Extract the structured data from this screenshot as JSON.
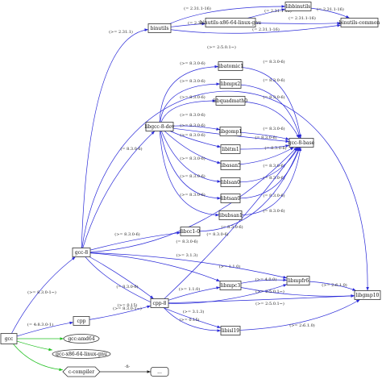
{
  "colors": {
    "depends": "#2a2ad8",
    "recommends": "#22c022",
    "suggests": "#222222",
    "node_stroke": "#333333"
  },
  "nodes": [
    {
      "id": "gcc",
      "label": "gcc",
      "shape": "box",
      "root": true
    },
    {
      "id": "cpp",
      "label": "cpp",
      "shape": "box"
    },
    {
      "id": "gcc8",
      "label": "gcc-8",
      "shape": "box"
    },
    {
      "id": "gccamd64",
      "label": "gcc:amd64",
      "shape": "ellipse"
    },
    {
      "id": "gccx86",
      "label": "gcc-x86-64-linux-gnu",
      "shape": "ellipse"
    },
    {
      "id": "ccompiler",
      "label": "c-compiler",
      "shape": "octagon"
    },
    {
      "id": "dots",
      "label": "...",
      "shape": "box-rounded"
    },
    {
      "id": "binutils",
      "label": "binutils",
      "shape": "box"
    },
    {
      "id": "binutilsx86",
      "label": "binutils-x86-64-linux-gnu",
      "shape": "box"
    },
    {
      "id": "libbinutils",
      "label": "libbinutils",
      "shape": "box"
    },
    {
      "id": "binutilscommon",
      "label": "binutils-common",
      "shape": "box"
    },
    {
      "id": "libgccdev",
      "label": "libgcc-8-dev",
      "shape": "box"
    },
    {
      "id": "libatomic",
      "label": "libatomic1",
      "shape": "box"
    },
    {
      "id": "libmpx",
      "label": "libmpx2",
      "shape": "box"
    },
    {
      "id": "libquadmath",
      "label": "libquadmath0",
      "shape": "box"
    },
    {
      "id": "libgomp",
      "label": "libgomp1",
      "shape": "box"
    },
    {
      "id": "libitm",
      "label": "libitm1",
      "shape": "box"
    },
    {
      "id": "libasan",
      "label": "libasan5",
      "shape": "box"
    },
    {
      "id": "liblsan",
      "label": "liblsan0",
      "shape": "box"
    },
    {
      "id": "libtsan",
      "label": "libtsan0",
      "shape": "box"
    },
    {
      "id": "libubsan",
      "label": "libubsan1",
      "shape": "box"
    },
    {
      "id": "gcc8base",
      "label": "gcc-8-base",
      "shape": "box"
    },
    {
      "id": "libcc1",
      "label": "libcc1-0",
      "shape": "box"
    },
    {
      "id": "cpp8",
      "label": "cpp-8",
      "shape": "box"
    },
    {
      "id": "libmpc",
      "label": "libmpc3",
      "shape": "box"
    },
    {
      "id": "libmpfr",
      "label": "libmpfr6",
      "shape": "box"
    },
    {
      "id": "libgmp",
      "label": "libgmp10",
      "shape": "box"
    },
    {
      "id": "libisl",
      "label": "libisl19",
      "shape": "box"
    }
  ],
  "edges": [
    {
      "from": "gcc",
      "to": "cpp",
      "label": "(= 4:8.3.0-1)",
      "kind": "depends"
    },
    {
      "from": "gcc",
      "to": "gcc8",
      "label": "(>= 8.3.0-1~)",
      "kind": "depends"
    },
    {
      "from": "gcc",
      "to": "gccamd64",
      "label": "",
      "kind": "recommends"
    },
    {
      "from": "gcc",
      "to": "gccx86",
      "label": "",
      "kind": "recommends"
    },
    {
      "from": "gcc",
      "to": "ccompiler",
      "label": "",
      "kind": "recommends"
    },
    {
      "from": "ccompiler",
      "to": "dots",
      "label": "-fi-",
      "kind": "suggests"
    },
    {
      "from": "gcc8",
      "to": "binutils",
      "label": "(>= 2.31.1)",
      "kind": "depends"
    },
    {
      "from": "binutils",
      "to": "libbinutils",
      "label": "(= 2.31.1-16)",
      "kind": "depends"
    },
    {
      "from": "binutils",
      "to": "binutilsx86",
      "label": "(= 2.31.1-16)",
      "kind": "depends"
    },
    {
      "from": "binutils",
      "to": "binutilscommon",
      "label": "(= 2.31.1-16)",
      "kind": "depends"
    },
    {
      "from": "libbinutils",
      "to": "binutilscommon",
      "label": "(= 2.31.1-16)",
      "kind": "depends"
    },
    {
      "from": "binutilsx86",
      "to": "libbinutils",
      "label": "(= 2.31.1-16)",
      "kind": "depends"
    },
    {
      "from": "binutilsx86",
      "to": "binutilscommon",
      "label": "(= 2.31.1-16)",
      "kind": "depends"
    },
    {
      "from": "gcc8",
      "to": "libgmp",
      "label": "(>= 2:5.0.1~)",
      "kind": "depends"
    },
    {
      "from": "gcc8",
      "to": "libgccdev",
      "label": "(= 8.3.0-6)",
      "kind": "depends"
    },
    {
      "from": "libgccdev",
      "to": "libatomic",
      "label": "(>= 8.3.0-6)",
      "kind": "depends"
    },
    {
      "from": "libgccdev",
      "to": "libmpx",
      "label": "(>= 8.3.0-6)",
      "kind": "depends"
    },
    {
      "from": "libgccdev",
      "to": "libquadmath",
      "label": "(>= 8.3.0-6)",
      "kind": "depends"
    },
    {
      "from": "libgccdev",
      "to": "libgomp",
      "label": "(>= 8.3.0-6)",
      "kind": "depends"
    },
    {
      "from": "libgccdev",
      "to": "libitm",
      "label": "(>= 8.3.0-6)",
      "kind": "depends"
    },
    {
      "from": "libgccdev",
      "to": "libasan",
      "label": "(>= 8.3.0-6)",
      "kind": "depends"
    },
    {
      "from": "libgccdev",
      "to": "liblsan",
      "label": "(>= 8.3.0-6)",
      "kind": "depends"
    },
    {
      "from": "libgccdev",
      "to": "libtsan",
      "label": "(>= 8.3.0-6)",
      "kind": "depends"
    },
    {
      "from": "libgccdev",
      "to": "libubsan",
      "label": "(>= 8.3.0-6)",
      "kind": "depends"
    },
    {
      "from": "libgccdev",
      "to": "gcc8base",
      "label": "(= 8.3.0-6)",
      "kind": "depends"
    },
    {
      "from": "libatomic",
      "to": "gcc8base",
      "label": "(= 8.3.0-6)",
      "kind": "depends"
    },
    {
      "from": "libmpx",
      "to": "gcc8base",
      "label": "(= 8.3.0-6)",
      "kind": "depends"
    },
    {
      "from": "libquadmath",
      "to": "gcc8base",
      "label": "(= 8.3.0-6)",
      "kind": "depends"
    },
    {
      "from": "libgomp",
      "to": "gcc8base",
      "label": "(= 8.3.0-6)",
      "kind": "depends"
    },
    {
      "from": "libitm",
      "to": "gcc8base",
      "label": "(= 8.3.0-6)",
      "kind": "depends"
    },
    {
      "from": "libasan",
      "to": "gcc8base",
      "label": "(= 8.3.0-6)",
      "kind": "depends"
    },
    {
      "from": "liblsan",
      "to": "gcc8base",
      "label": "(= 8.3.0-6)",
      "kind": "depends"
    },
    {
      "from": "libtsan",
      "to": "gcc8base",
      "label": "(= 8.3.0-6)",
      "kind": "depends"
    },
    {
      "from": "libubsan",
      "to": "gcc8base",
      "label": "(= 8.3.0-6)",
      "kind": "depends"
    },
    {
      "from": "gcc8",
      "to": "libcc1",
      "label": "(>= 8.3.0-6)",
      "kind": "depends"
    },
    {
      "from": "libcc1",
      "to": "gcc8base",
      "label": "(= 8.3.0-6)",
      "kind": "depends"
    },
    {
      "from": "gcc8",
      "to": "gcc8base",
      "label": "(= 8.3.0-6)",
      "kind": "depends"
    },
    {
      "from": "gcc8",
      "to": "cpp8",
      "label": "(= 8.3.0-6)",
      "kind": "depends"
    },
    {
      "from": "gcc8",
      "to": "libmpc",
      "label": "(>= 1.1.0)",
      "kind": "depends"
    },
    {
      "from": "gcc8",
      "to": "libmpfr",
      "label": "(>= 3.1.3)",
      "kind": "depends"
    },
    {
      "from": "gcc8",
      "to": "libisl",
      "label": "(>= 0.15)",
      "kind": "depends"
    },
    {
      "from": "cpp",
      "to": "cpp8",
      "label": "(>= 8.3.0-1~)",
      "kind": "depends"
    },
    {
      "from": "cpp8",
      "to": "gcc8base",
      "label": "(= 8.3.0-6)",
      "kind": "depends"
    },
    {
      "from": "cpp8",
      "to": "libmpc",
      "label": "(>= 1.1.0)",
      "kind": "depends"
    },
    {
      "from": "cpp8",
      "to": "libmpfr",
      "label": "(>= 3.1.3)",
      "kind": "depends"
    },
    {
      "from": "cpp8",
      "to": "libgmp",
      "label": "(>= 2:5.0.1~)",
      "kind": "depends"
    },
    {
      "from": "cpp8",
      "to": "libisl",
      "label": "(>= 0.15)",
      "kind": "depends"
    },
    {
      "from": "libmpc",
      "to": "libmpfr",
      "label": "(>= 4.0.0)",
      "kind": "depends"
    },
    {
      "from": "libmpc",
      "to": "libgmp",
      "label": "(>= 2:5.0.1~)",
      "kind": "depends"
    },
    {
      "from": "libmpfr",
      "to": "libgmp",
      "label": "(>= 2:6.1.0)",
      "kind": "depends"
    },
    {
      "from": "libisl",
      "to": "libgmp",
      "label": "(>= 2:6.1.0)",
      "kind": "depends"
    }
  ]
}
